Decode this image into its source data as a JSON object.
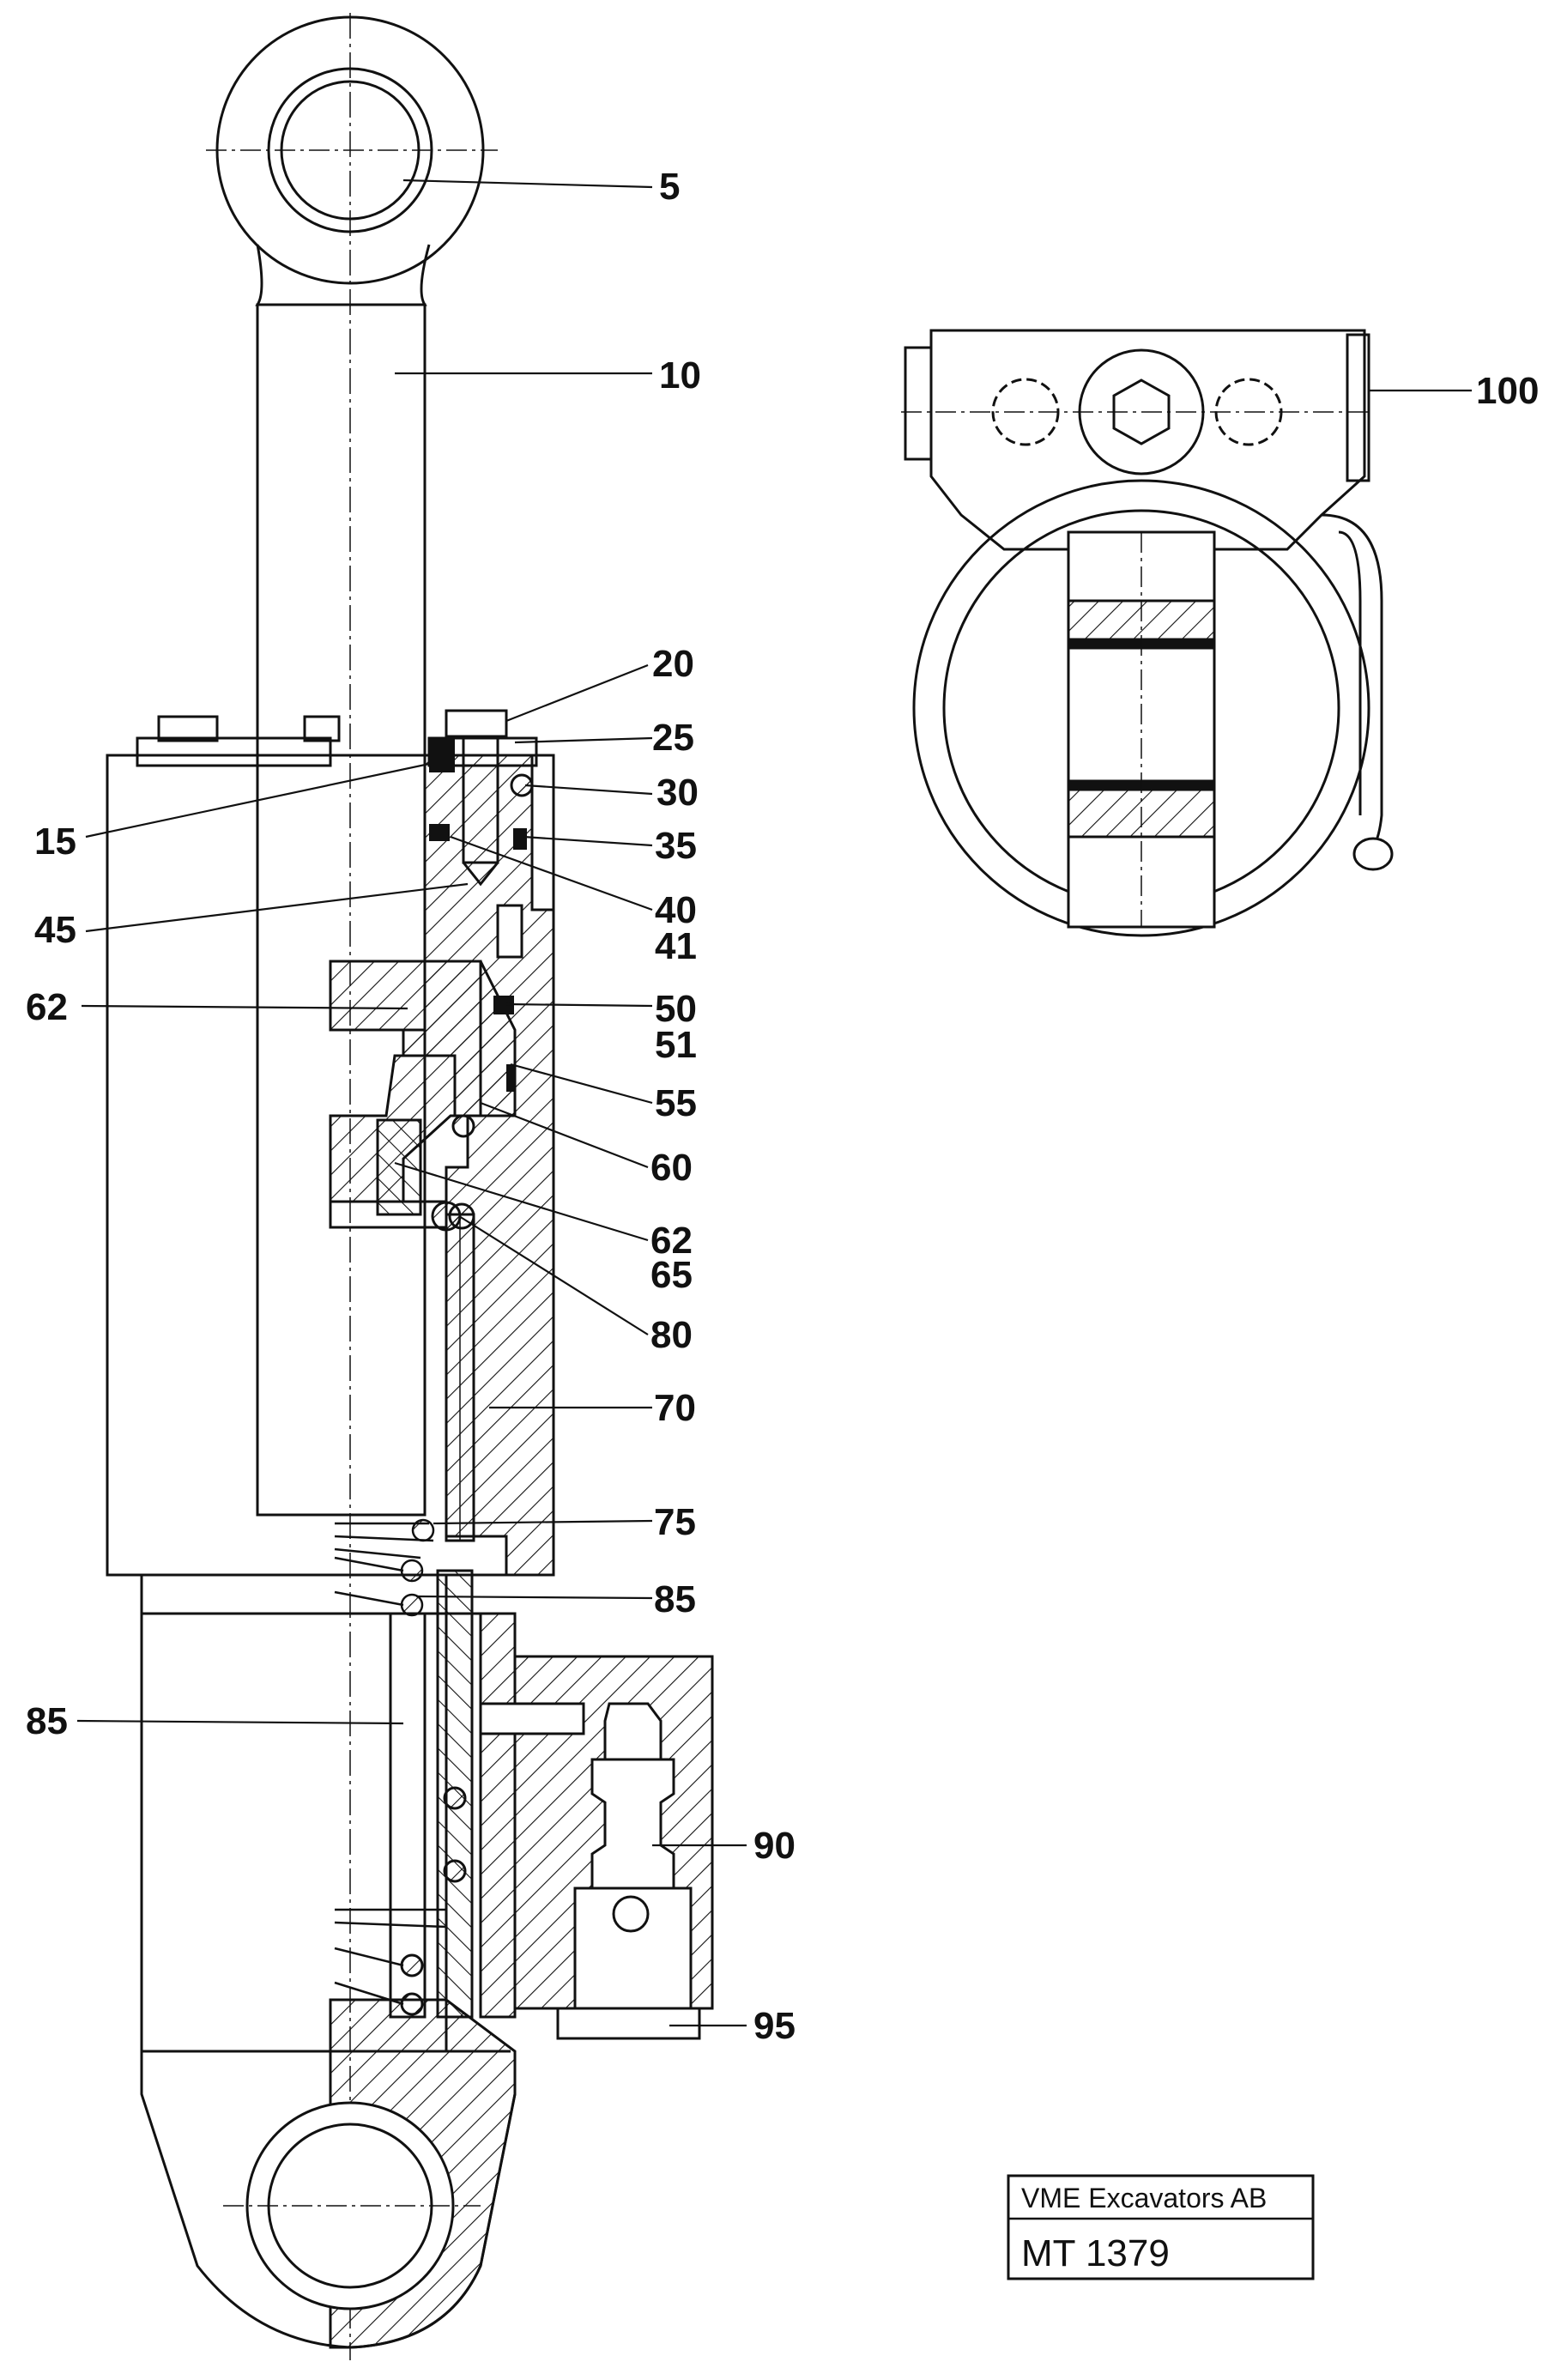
{
  "callouts": [
    "5",
    "10",
    "20",
    "25",
    "30",
    "15",
    "35",
    "45",
    "40",
    "41",
    "62",
    "50",
    "51",
    "55",
    "60",
    "62",
    "65",
    "80",
    "70",
    "75",
    "85",
    "85",
    "90",
    "95",
    "100"
  ],
  "title_block": {
    "company": "VME Excavators AB",
    "drawing_number": "MT 1379"
  },
  "colors": {
    "ink": "#111111",
    "paper": "#ffffff"
  }
}
